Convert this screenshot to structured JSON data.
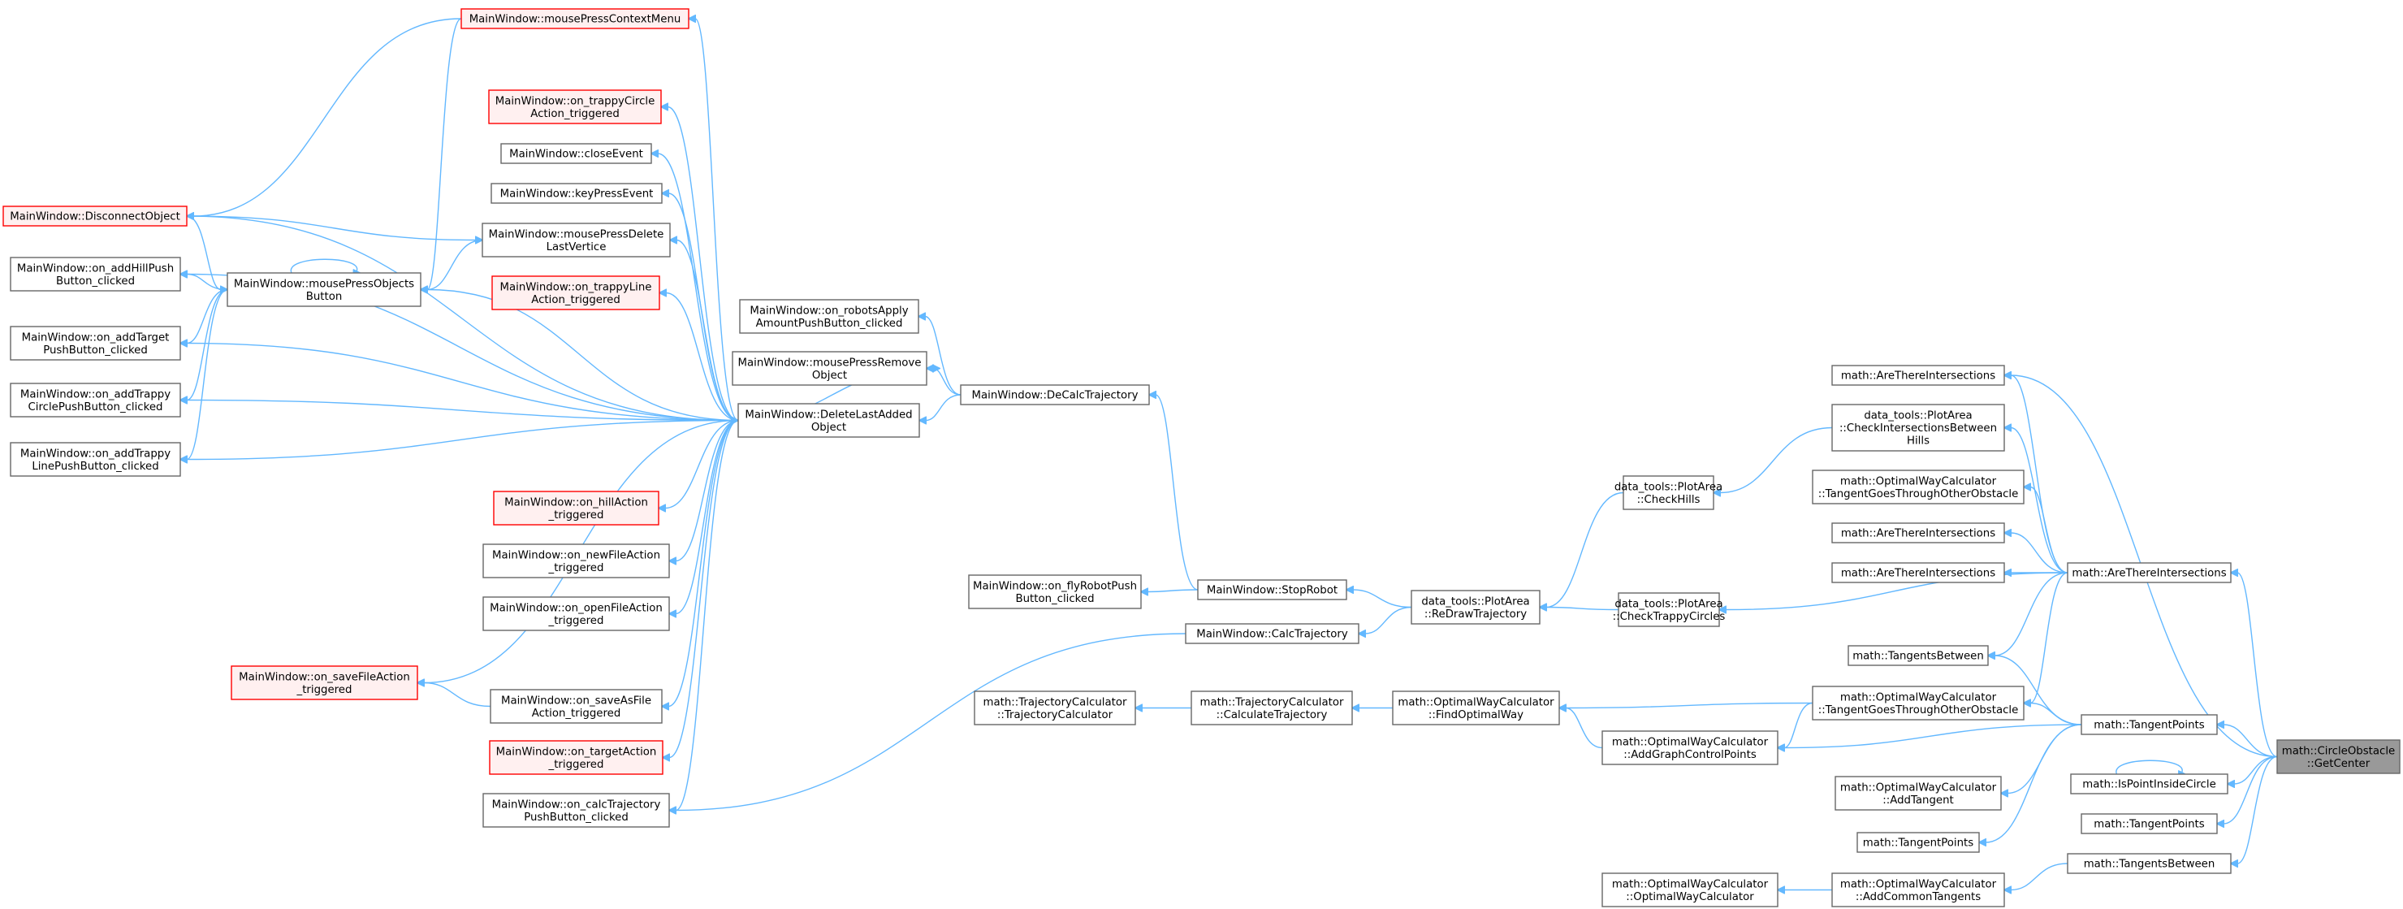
{
  "nodes": [
    {
      "id": "ctxmenu",
      "lines": [
        "MainWindow::mousePressContextMenu"
      ],
      "red": true
    },
    {
      "id": "trappycircle",
      "lines": [
        "MainWindow::on_trappyCircle",
        "Action_triggered"
      ],
      "red": true
    },
    {
      "id": "closeEvent",
      "lines": [
        "MainWindow::closeEvent"
      ]
    },
    {
      "id": "keyPress",
      "lines": [
        "MainWindow::keyPressEvent"
      ]
    },
    {
      "id": "disconnect",
      "lines": [
        "MainWindow::DisconnectObject"
      ],
      "red": true
    },
    {
      "id": "pressDelete",
      "lines": [
        "MainWindow::mousePressDelete",
        "LastVertice"
      ]
    },
    {
      "id": "addHill",
      "lines": [
        "MainWindow::on_addHillPush",
        "Button_clicked"
      ]
    },
    {
      "id": "pressObjects",
      "lines": [
        "MainWindow::mousePressObjects",
        "Button"
      ]
    },
    {
      "id": "trappyLine",
      "lines": [
        "MainWindow::on_trappyLine",
        "Action_triggered"
      ],
      "red": true
    },
    {
      "id": "addTarget",
      "lines": [
        "MainWindow::on_addTarget",
        "PushButton_clicked"
      ]
    },
    {
      "id": "robotsApply",
      "lines": [
        "MainWindow::on_robotsApply",
        "AmountPushButton_clicked"
      ]
    },
    {
      "id": "pressRemove",
      "lines": [
        "MainWindow::mousePressRemove",
        "Object"
      ]
    },
    {
      "id": "addTrappyCircle",
      "lines": [
        "MainWindow::on_addTrappy",
        "CirclePushButton_clicked"
      ]
    },
    {
      "id": "deleteLast",
      "lines": [
        "MainWindow::DeleteLastAdded",
        "Object"
      ]
    },
    {
      "id": "deCalc",
      "lines": [
        "MainWindow::DeCalcTrajectory"
      ]
    },
    {
      "id": "addTrappyLine",
      "lines": [
        "MainWindow::on_addTrappy",
        "LinePushButton_clicked"
      ]
    },
    {
      "id": "hillAction",
      "lines": [
        "MainWindow::on_hillAction",
        "_triggered"
      ],
      "red": true
    },
    {
      "id": "newFile",
      "lines": [
        "MainWindow::on_newFileAction",
        "_triggered"
      ]
    },
    {
      "id": "flyRobot",
      "lines": [
        "MainWindow::on_flyRobotPush",
        "Button_clicked"
      ]
    },
    {
      "id": "stopRobot",
      "lines": [
        "MainWindow::StopRobot"
      ]
    },
    {
      "id": "openFile",
      "lines": [
        "MainWindow::on_openFileAction",
        "_triggered"
      ]
    },
    {
      "id": "calcTraj",
      "lines": [
        "MainWindow::CalcTrajectory"
      ]
    },
    {
      "id": "saveFile",
      "lines": [
        "MainWindow::on_saveFileAction",
        "_triggered"
      ],
      "red": true
    },
    {
      "id": "saveAs",
      "lines": [
        "MainWindow::on_saveAsFile",
        "Action_triggered"
      ]
    },
    {
      "id": "tcCtor",
      "lines": [
        "math::TrajectoryCalculator",
        "::TrajectoryCalculator"
      ]
    },
    {
      "id": "tcCalc",
      "lines": [
        "math::TrajectoryCalculator",
        "::CalculateTrajectory"
      ]
    },
    {
      "id": "targetAction",
      "lines": [
        "MainWindow::on_targetAction",
        "_triggered"
      ],
      "red": true
    },
    {
      "id": "calcTrajBtn",
      "lines": [
        "MainWindow::on_calcTrajectory",
        "PushButton_clicked"
      ]
    },
    {
      "id": "checkHills",
      "lines": [
        "data_tools::PlotArea",
        "::CheckHills"
      ]
    },
    {
      "id": "reDraw",
      "lines": [
        "data_tools::PlotArea",
        "::ReDrawTrajectory"
      ]
    },
    {
      "id": "checkTrappy",
      "lines": [
        "data_tools::PlotArea",
        "::CheckTrappyCircles"
      ]
    },
    {
      "id": "findOptimal",
      "lines": [
        "math::OptimalWayCalculator",
        "::FindOptimalWay"
      ]
    },
    {
      "id": "addGraphCP",
      "lines": [
        "math::OptimalWayCalculator",
        "::AddGraphControlPoints"
      ]
    },
    {
      "id": "owcCtor",
      "lines": [
        "math::OptimalWayCalculator",
        "::OptimalWayCalculator"
      ]
    },
    {
      "id": "ati1",
      "lines": [
        "math::AreThereIntersections"
      ]
    },
    {
      "id": "checkInterHills",
      "lines": [
        "data_tools::PlotArea",
        "::CheckIntersectionsBetween",
        "Hills"
      ]
    },
    {
      "id": "tgtObst1",
      "lines": [
        "math::OptimalWayCalculator",
        "::TangentGoesThroughOtherObstacle"
      ]
    },
    {
      "id": "ati2",
      "lines": [
        "math::AreThereIntersections"
      ]
    },
    {
      "id": "ati3",
      "lines": [
        "math::AreThereIntersections"
      ]
    },
    {
      "id": "tangBetween1",
      "lines": [
        "math::TangentsBetween"
      ]
    },
    {
      "id": "tgtObst2",
      "lines": [
        "math::OptimalWayCalculator",
        "::TangentGoesThroughOtherObstacle"
      ]
    },
    {
      "id": "addTangent",
      "lines": [
        "math::OptimalWayCalculator",
        "::AddTangent"
      ]
    },
    {
      "id": "tangPoints1",
      "lines": [
        "math::TangentPoints"
      ]
    },
    {
      "id": "addCommonTang",
      "lines": [
        "math::OptimalWayCalculator",
        "::AddCommonTangents"
      ]
    },
    {
      "id": "atiMain",
      "lines": [
        "math::AreThereIntersections"
      ]
    },
    {
      "id": "tangPointsMain",
      "lines": [
        "math::TangentPoints"
      ]
    },
    {
      "id": "isInside",
      "lines": [
        "math::IsPointInsideCircle"
      ]
    },
    {
      "id": "tangPoints2",
      "lines": [
        "math::TangentPoints"
      ]
    },
    {
      "id": "tangBetweenMain",
      "lines": [
        "math::TangentsBetween"
      ]
    },
    {
      "id": "getCenter",
      "lines": [
        "math::CircleObstacle",
        "::GetCenter"
      ],
      "focus": true
    }
  ],
  "edges": [
    [
      "disconnect",
      "ctxmenu"
    ],
    [
      "pressObjects",
      "ctxmenu"
    ],
    [
      "pressDelete",
      "disconnect"
    ],
    [
      "pressObjects",
      "disconnect"
    ],
    [
      "deleteLast",
      "disconnect"
    ],
    [
      "pressObjects",
      "pressDelete"
    ],
    [
      "addHill",
      "pressObjects"
    ],
    [
      "addTarget",
      "pressObjects"
    ],
    [
      "addTrappyCircle",
      "pressObjects"
    ],
    [
      "addTrappyLine",
      "pressObjects"
    ],
    [
      "pressObjects",
      "pressObjects"
    ],
    [
      "ctxmenu",
      "deleteLast"
    ],
    [
      "trappycircle",
      "deleteLast"
    ],
    [
      "closeEvent",
      "deleteLast"
    ],
    [
      "keyPress",
      "deleteLast"
    ],
    [
      "pressDelete",
      "deleteLast"
    ],
    [
      "addHill",
      "deleteLast"
    ],
    [
      "pressObjects",
      "deleteLast"
    ],
    [
      "trappyLine",
      "deleteLast"
    ],
    [
      "addTarget",
      "deleteLast"
    ],
    [
      "pressRemove",
      "deleteLast"
    ],
    [
      "addTrappyCircle",
      "deleteLast"
    ],
    [
      "addTrappyLine",
      "deleteLast"
    ],
    [
      "hillAction",
      "deleteLast"
    ],
    [
      "newFile",
      "deleteLast"
    ],
    [
      "openFile",
      "deleteLast"
    ],
    [
      "saveFile",
      "deleteLast"
    ],
    [
      "saveAs",
      "deleteLast"
    ],
    [
      "targetAction",
      "deleteLast"
    ],
    [
      "calcTrajBtn",
      "deleteLast"
    ],
    [
      "saveFile",
      "saveAs"
    ],
    [
      "robotsApply",
      "deCalc"
    ],
    [
      "pressRemove",
      "deCalc"
    ],
    [
      "deleteLast",
      "deCalc"
    ],
    [
      "deCalc",
      "stopRobot"
    ],
    [
      "flyRobot",
      "stopRobot"
    ],
    [
      "stopRobot",
      "reDraw"
    ],
    [
      "calcTraj",
      "reDraw"
    ],
    [
      "calcTrajBtn",
      "calcTraj"
    ],
    [
      "reDraw",
      "checkHills"
    ],
    [
      "reDraw",
      "checkTrappy"
    ],
    [
      "checkHills",
      "checkInterHills"
    ],
    [
      "tcCtor",
      "tcCalc"
    ],
    [
      "tcCalc",
      "findOptimal"
    ],
    [
      "findOptimal",
      "addGraphCP"
    ],
    [
      "findOptimal",
      "tgtObst2"
    ],
    [
      "addGraphCP",
      "tgtObst2"
    ],
    [
      "owcCtor",
      "addCommonTang"
    ],
    [
      "addGraphCP",
      "tangPointsMain"
    ],
    [
      "ati1",
      "atiMain"
    ],
    [
      "checkInterHills",
      "atiMain"
    ],
    [
      "tgtObst1",
      "atiMain"
    ],
    [
      "ati2",
      "atiMain"
    ],
    [
      "ati3",
      "atiMain"
    ],
    [
      "checkTrappy",
      "atiMain"
    ],
    [
      "tangBetween1",
      "atiMain"
    ],
    [
      "tgtObst2",
      "atiMain"
    ],
    [
      "tangBetween1",
      "tangPointsMain"
    ],
    [
      "tgtObst2",
      "tangPointsMain"
    ],
    [
      "addTangent",
      "tangPointsMain"
    ],
    [
      "tangPoints1",
      "tangPointsMain"
    ],
    [
      "addCommonTang",
      "tangBetweenMain"
    ],
    [
      "isInside",
      "isInside"
    ],
    [
      "ati1",
      "getCenter"
    ],
    [
      "atiMain",
      "getCenter"
    ],
    [
      "tangPointsMain",
      "getCenter"
    ],
    [
      "isInside",
      "getCenter"
    ],
    [
      "tangPoints2",
      "getCenter"
    ],
    [
      "tangBetweenMain",
      "getCenter"
    ]
  ]
}
